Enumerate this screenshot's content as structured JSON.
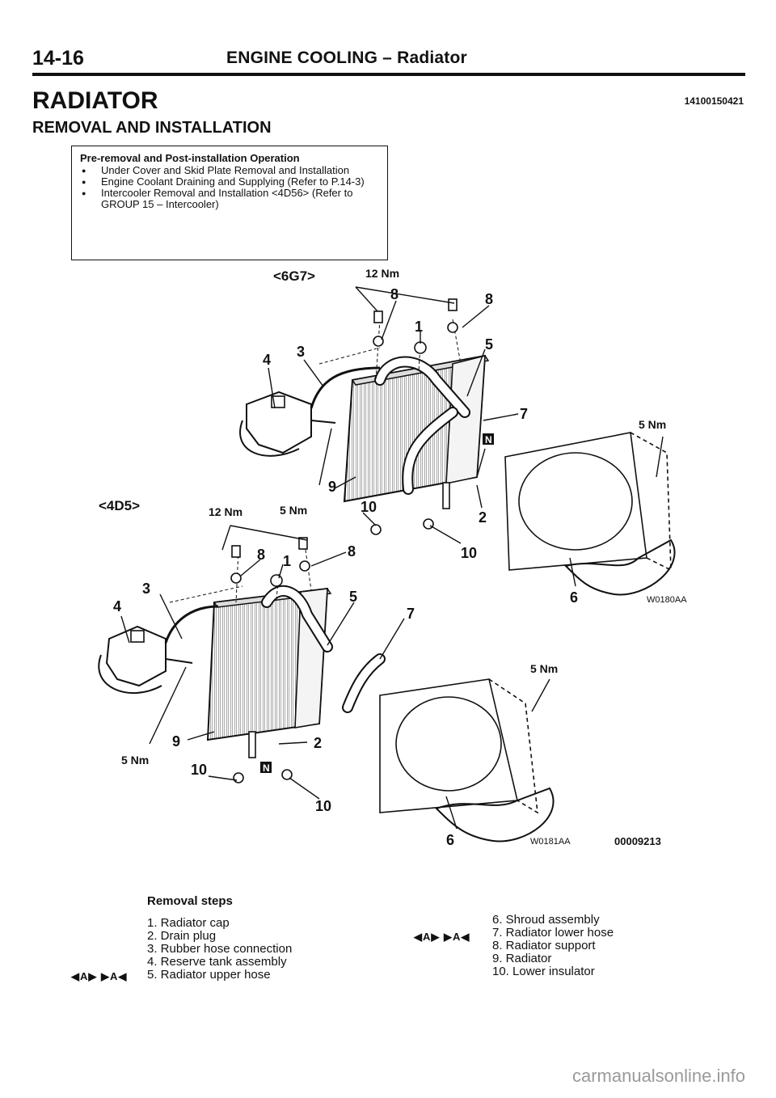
{
  "header": {
    "page_number": "14-16",
    "section": "ENGINE COOLING – Radiator"
  },
  "title": "RADIATOR",
  "doc_id": "14100150421",
  "subtitle": "REMOVAL AND INSTALLATION",
  "pre_removal": {
    "heading": "Pre-removal and Post-installation Operation",
    "items": [
      "Under Cover and Skid Plate Removal and Installation",
      "Engine Coolant Draining and Supplying (Refer to P.14-3)",
      "Intercooler Removal and Installation <4D56> (Refer to GROUP 15 – Intercooler)"
    ]
  },
  "diagram": {
    "engine_upper": "<6G7>",
    "engine_lower": "<4D5>",
    "torque_12": "12 Nm",
    "torque_5": "5 Nm",
    "fig_code_upper": "W0180AA",
    "fig_code_lower": "W0181AA",
    "fig_number": "00009213",
    "new_mark": "N",
    "callouts": {
      "c1": "1",
      "c2": "2",
      "c3": "3",
      "c4": "4",
      "c5": "5",
      "c6": "6",
      "c7": "7",
      "c8": "8",
      "c9": "9",
      "c10": "10"
    }
  },
  "removal": {
    "title": "Removal steps",
    "left": [
      "1. Radiator cap",
      "2. Drain plug",
      "3. Rubber hose connection",
      "4. Reserve tank assembly",
      "5. Radiator upper hose"
    ],
    "right": [
      "6. Shroud assembly",
      "7. Radiator lower hose",
      "8. Radiator support",
      "9. Radiator",
      "10. Lower insulator"
    ],
    "marker": "◀A▶ ▶A◀"
  },
  "watermark": "carmanualsonline.info"
}
